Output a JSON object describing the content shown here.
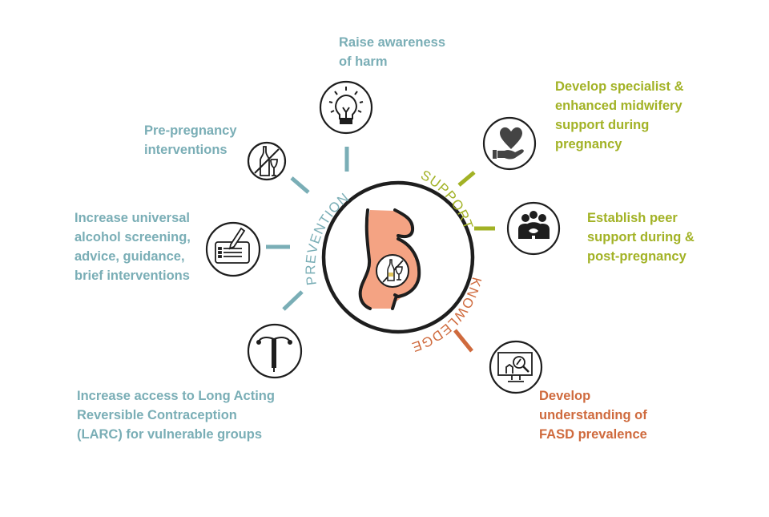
{
  "colors": {
    "prevention": "#7aaeb6",
    "support": "#a2b225",
    "knowledge": "#cf6a3d",
    "body_fill": "#f4a383",
    "outline": "#1e1e1e"
  },
  "center": {
    "icon": "pregnant-woman-no-alcohol-icon",
    "arcs": {
      "prevention": "PREVENTION",
      "support": "SUPPORT",
      "knowledge": "KNOWLEDGE"
    }
  },
  "nodes": [
    {
      "id": "raise-awareness",
      "group": "prevention",
      "icon": "lightbulb-icon",
      "text": "Raise awareness\nof harm"
    },
    {
      "id": "pre-pregnancy",
      "group": "prevention",
      "icon": "no-alcohol-icon",
      "text": "Pre-pregnancy\ninterventions"
    },
    {
      "id": "screening",
      "group": "prevention",
      "icon": "form-pencil-icon",
      "text": "Increase universal\nalcohol screening,\nadvice, guidance,\nbrief interventions"
    },
    {
      "id": "larc",
      "group": "prevention",
      "icon": "iud-icon",
      "text": "Increase access to Long Acting\nReversible Contraception\n(LARC) for vulnerable groups"
    },
    {
      "id": "midwifery",
      "group": "support",
      "icon": "heart-in-hand-icon",
      "text": "Develop specialist &\nenhanced midwifery\nsupport during\npregnancy"
    },
    {
      "id": "peer-support",
      "group": "support",
      "icon": "group-people-icon",
      "text": "Establish peer\nsupport during &\npost-pregnancy"
    },
    {
      "id": "fasd",
      "group": "knowledge",
      "icon": "monitor-magnifier-icon",
      "text": "Develop\nunderstanding of\nFASD prevalence"
    }
  ]
}
